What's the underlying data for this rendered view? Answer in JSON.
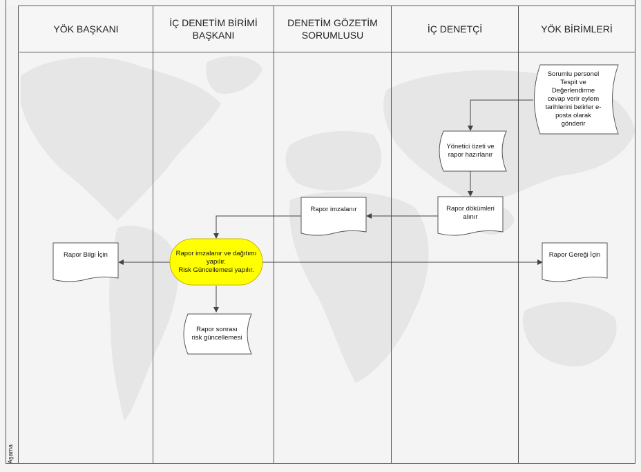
{
  "stage_label": "Aşama",
  "lanes": [
    {
      "label": "YÖK BAŞKANI"
    },
    {
      "label": "İÇ DENETİM BİRİMİ\nBAŞKANI"
    },
    {
      "label": "DENETİM GÖZETİM\nSORUMLUSU"
    },
    {
      "label": "İÇ DENETÇİ"
    },
    {
      "label": "YÖK BİRİMLERİ"
    }
  ],
  "nodes": {
    "sorumlu_personel": "Sorumlu personel\nTespit ve\nDeğerlendirme\ncevap verir eylem\ntarihlerini belirler e-\nposta olarak\ngönderir",
    "yonetici_ozeti": "Yönetici özeti ve\nrapor hazırlanır",
    "rapor_dokumleri": "Rapor dökümleri\nalınır",
    "rapor_imzalanir": "Rapor imzalanır",
    "rapor_dagitimi": "Rapor imzalanır ve dağıtımı\nyapılır.\nRisk Güncellemesi yapılır.",
    "rapor_bilgi": "Rapor Bilgi İçin",
    "rapor_geregi": "Rapor Gereği İçin",
    "rapor_sonrasi": "Rapor sonrası\nrisk güncellemesi"
  },
  "colors": {
    "highlight_fill": "#ffff00",
    "highlight_stroke": "#c8b400",
    "shape_stroke": "#555555",
    "connector": "#444444"
  }
}
